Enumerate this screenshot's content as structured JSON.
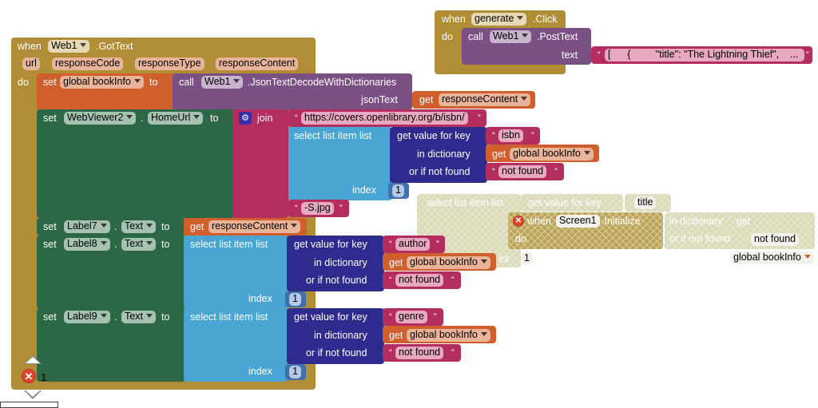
{
  "generate_click": {
    "when": "when",
    "component": "generate",
    "event": ".Click",
    "do": "do",
    "call": "call",
    "target": "Web1",
    "method": ".PostText",
    "text_param": "text",
    "text_value": "[      {         \"title\": \"The Lightning Thief\",    ...",
    "open_quote": "“",
    "close_quote": "”"
  },
  "gottext": {
    "when": "when",
    "component": "Web1",
    "event": ".GotText",
    "params": [
      "url",
      "responseCode",
      "responseType",
      "responseContent"
    ],
    "do": "do",
    "set_global": {
      "set": "set",
      "variable": "global bookInfo",
      "to": "to",
      "call": "call",
      "target": "Web1",
      "method": ".JsonTextDecodeWithDictionaries",
      "json_param": "jsonText",
      "get": "get",
      "get_var": "responseContent"
    },
    "set_webviewer": {
      "set": "set",
      "component": "WebViewer2",
      "dot": ".",
      "property": "HomeUrl",
      "to": "to",
      "join": "join",
      "url_prefix": "https://covers.openlibrary.org/b/isbn/",
      "select": "select list item  list",
      "index_label": "index",
      "index_value": "1",
      "getkey": "get value for key",
      "in_dict": "in dictionary",
      "not_found_label": "or if not found",
      "key": "isbn",
      "get": "get",
      "dict_var": "global bookInfo",
      "not_found_value": "not found",
      "suffix": "-S.jpg"
    },
    "set_label7": {
      "set": "set",
      "component": "Label7",
      "dot": ".",
      "property": "Text",
      "to": "to",
      "get": "get",
      "get_var": "responseContent"
    },
    "set_label8": {
      "set": "set",
      "component": "Label8",
      "dot": ".",
      "property": "Text",
      "to": "to",
      "select": "select list item  list",
      "index_label": "index",
      "index_value": "1",
      "getkey": "get value for key",
      "in_dict": "in dictionary",
      "not_found_label": "or if not found",
      "key": "author",
      "get": "get",
      "dict_var": "global bookInfo",
      "not_found_value": "not found"
    },
    "set_label9": {
      "set": "set",
      "component": "Label9",
      "dot": ".",
      "property": "Text",
      "to": "to",
      "select": "select list item  list",
      "index_label": "index",
      "index_value": "1",
      "getkey": "get value for key",
      "in_dict": "in dictionary",
      "not_found_label": "or if not found",
      "key": "genre",
      "get": "get",
      "dict_var": "global bookInfo",
      "not_found_value": "not found"
    }
  },
  "ghost": {
    "select": "select list item  list",
    "getkey": "get value for key",
    "key": "title",
    "in_dict": "in dictionary",
    "get": "get",
    "dict_var": "global bookInfo",
    "not_found_label": "or if not found",
    "not_found_value": "not found",
    "index_label": "ex",
    "index_value": "1",
    "event_when": "when",
    "event_component": "Screen1",
    "event_name": ".Initialize",
    "event_do": "do"
  },
  "workspace": {
    "error_count": "1"
  },
  "colors": {
    "event": "#b18e35",
    "variable": "#d05f2d",
    "component_method": "#7b5185",
    "component_setter": "#2c6845",
    "text": "#b32d5e",
    "list": "#49a6d4",
    "dictionary": "#2d2b8e",
    "math": "#3f70b0",
    "error": "#e0452e"
  }
}
